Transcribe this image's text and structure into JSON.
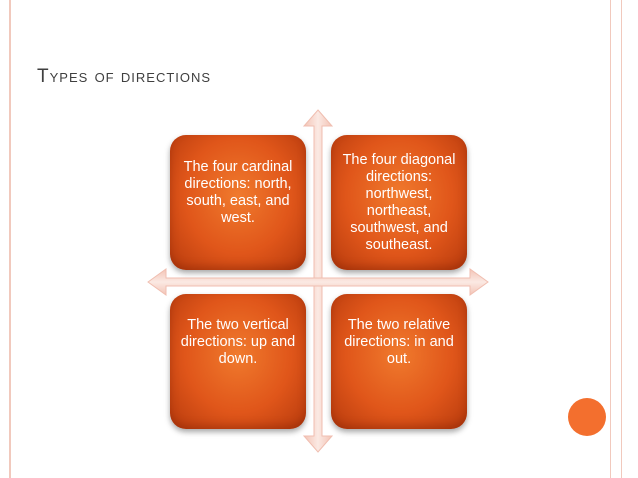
{
  "slide": {
    "title": "Types of directions",
    "quadrants": [
      {
        "text": "The four cardinal directions: north, south, east, and west."
      },
      {
        "text": "The four diagonal directions: northwest, northeast, southwest, and southeast."
      },
      {
        "text": "The two vertical directions: up and down."
      },
      {
        "text": "The two relative directions: in and out."
      }
    ]
  },
  "colors": {
    "accent": "#e0561a",
    "border": "#f1c9bd",
    "arrow": "#f6d8cf",
    "dot": "#f36f2e",
    "title": "#3f3f3f"
  }
}
